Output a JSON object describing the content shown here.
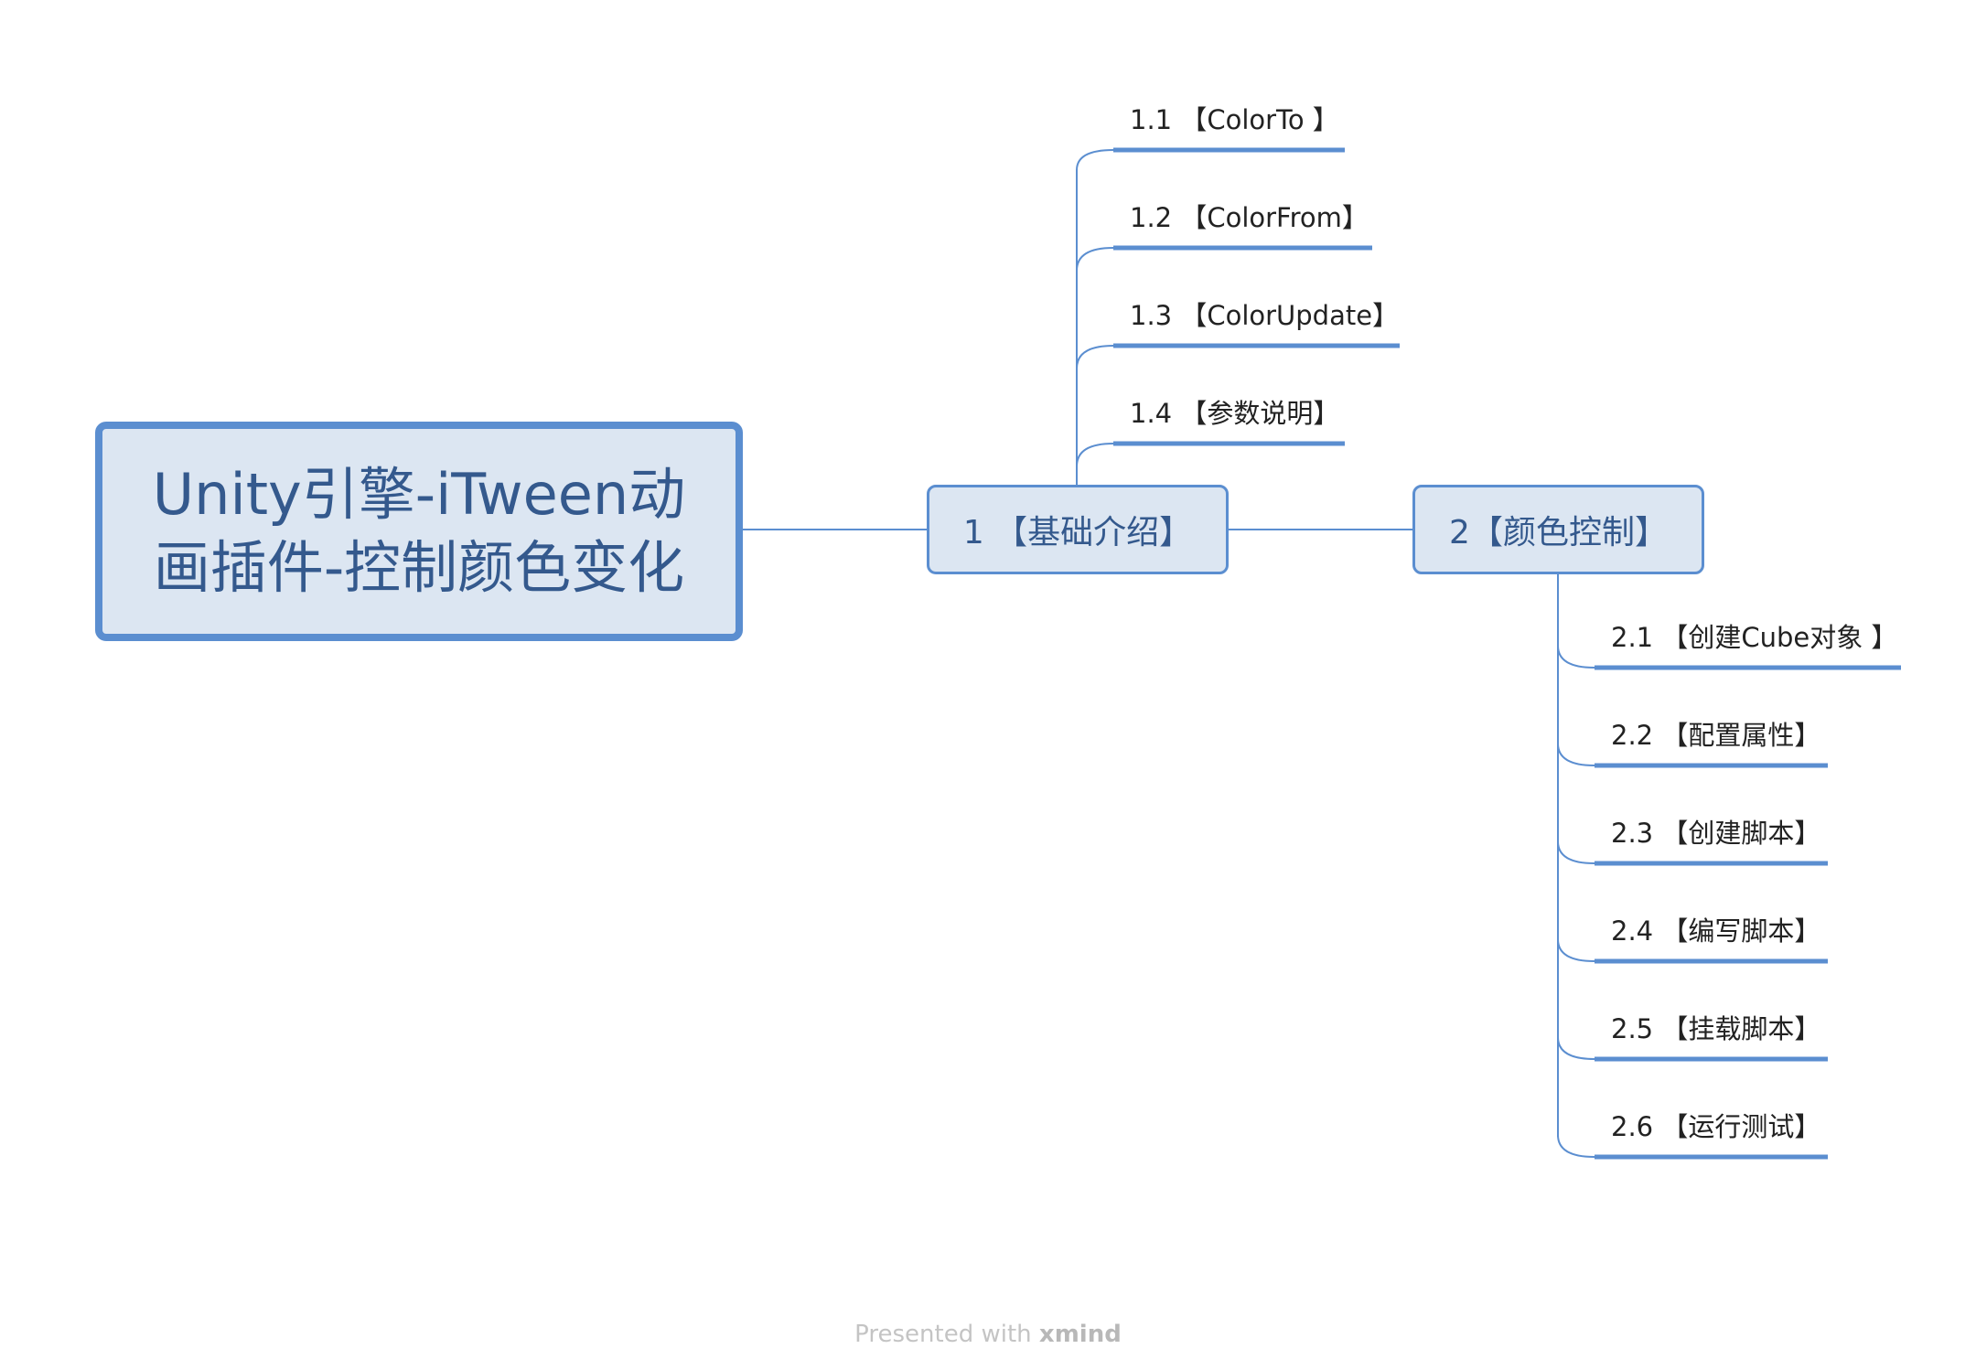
{
  "central": {
    "line1": "Unity引擎-iTween动",
    "line2": "画插件-控制颜色变化"
  },
  "topics": [
    {
      "label": "1 【基础介绍】",
      "subtopics": [
        "1.1 【ColorTo 】",
        "1.2 【ColorFrom】",
        "1.3 【ColorUpdate】",
        "1.4 【参数说明】"
      ]
    },
    {
      "label": "2【颜色控制】",
      "subtopics": [
        "2.1 【创建Cube对象 】",
        "2.2 【配置属性】",
        "2.3 【创建脚本】",
        "2.4 【编写脚本】",
        "2.5 【挂载脚本】",
        "2.6 【运行测试】"
      ]
    }
  ],
  "footer": {
    "prefix": "Presented with ",
    "brand": "xmind"
  },
  "colors": {
    "line": "#5b8ed0",
    "fill": "#dce6f2",
    "text": "#34598d"
  }
}
